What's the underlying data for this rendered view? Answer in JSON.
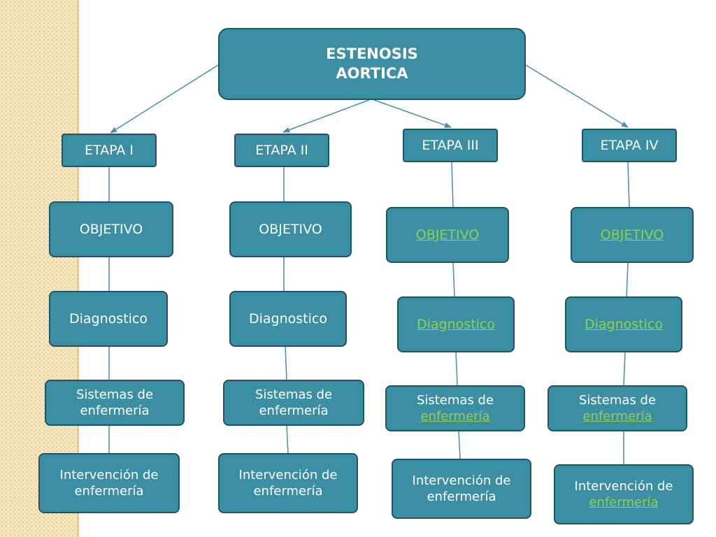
{
  "colors": {
    "box_fill": "#3c8ea3",
    "box_border": "#1d5566",
    "connector": "#4a8fa8",
    "link_text": "#92d050",
    "side_strip": "#f7e8c4"
  },
  "title": {
    "line1": "ESTENOSIS",
    "line2": "AORTICA"
  },
  "stages": [
    {
      "label": "ETAPA I",
      "objective": "OBJETIVO",
      "diagnostic": "Diagnostico",
      "systems_line1": "Sistemas de",
      "systems_line2": "enfermería",
      "intervention_line1": "Intervención de",
      "intervention_line2": "enfermería"
    },
    {
      "label": "ETAPA II",
      "objective": "OBJETIVO",
      "diagnostic": "Diagnostico",
      "systems_line1": "Sistemas de",
      "systems_line2": "enfermería",
      "intervention_line1": "Intervención de",
      "intervention_line2": "enfermería"
    },
    {
      "label": "ETAPA III",
      "objective": "OBJETIVO",
      "diagnostic": "Diagnostico",
      "systems_line1": "Sistemas de",
      "systems_line2": "enfermería",
      "intervention_line1": "Intervención de",
      "intervention_line2": "enfermería"
    },
    {
      "label": "ETAPA IV",
      "objective": "OBJETIVO",
      "diagnostic": "Diagnostico",
      "systems_line1": "Sistemas de",
      "systems_line2": "enfermería",
      "intervention_line1": "Intervención de",
      "intervention_line2": "enfermería"
    }
  ]
}
